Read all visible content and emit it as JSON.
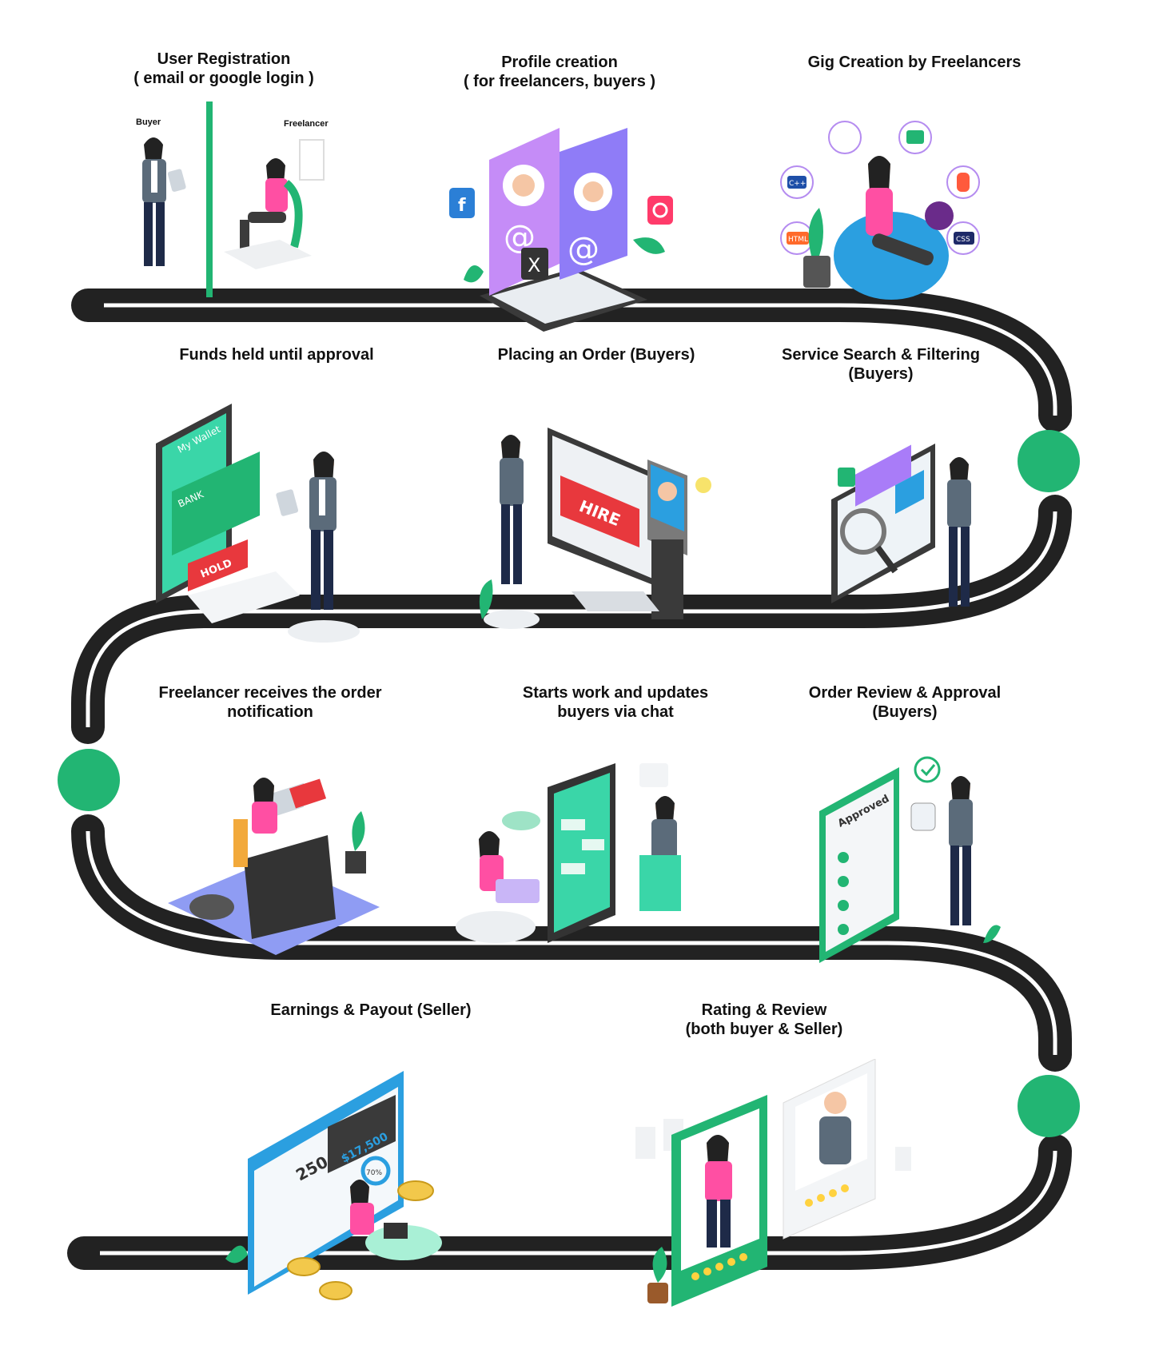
{
  "colors": {
    "road": "#222222",
    "road_line": "#ffffff",
    "accent_green": "#22b573",
    "pink": "#ff4fa3",
    "purple": "#a97cf8",
    "blue": "#2b9fe0",
    "red": "#e8383d",
    "teal": "#3ad6a8"
  },
  "steps": [
    {
      "id": "user-registration",
      "title": "User Registration",
      "subtitle": "( email or google login )"
    },
    {
      "id": "profile-creation",
      "title": "Profile creation",
      "subtitle": "( for freelancers, buyers )"
    },
    {
      "id": "gig-creation",
      "title": "Gig Creation by Freelancers",
      "subtitle": ""
    },
    {
      "id": "service-search",
      "title": "Service Search & Filtering",
      "subtitle": "(Buyers)"
    },
    {
      "id": "placing-order",
      "title": "Placing an Order (Buyers)",
      "subtitle": ""
    },
    {
      "id": "funds-held",
      "title": "Funds held until approval",
      "subtitle": ""
    },
    {
      "id": "freelancer-receives",
      "title": "Freelancer receives the order",
      "subtitle": "notification"
    },
    {
      "id": "starts-work",
      "title": "Starts work and updates",
      "subtitle": "buyers via chat"
    },
    {
      "id": "order-review",
      "title": "Order Review & Approval",
      "subtitle": "(Buyers)"
    },
    {
      "id": "rating-review",
      "title": "Rating & Review",
      "subtitle": "(both buyer & Seller)"
    },
    {
      "id": "earnings-payout",
      "title": "Earnings & Payout (Seller)",
      "subtitle": ""
    }
  ],
  "illustration_text": {
    "buyer_tag": "Buyer",
    "freelancer_tag": "Freelancer",
    "wallet_title": "My Wallet",
    "bank_label": "BANK",
    "hold_label": "HOLD",
    "hire_label": "HIRE",
    "approved_label": "Approved",
    "html_tag": "HTML",
    "css_tag": "CSS",
    "cpp_tag": "C++",
    "stat_count": "250",
    "stat_amount": "$17,500",
    "stat_percent": "70%"
  },
  "icons": [
    "facebook-icon",
    "instagram-icon",
    "x-icon",
    "figma-icon",
    "code-icon",
    "checkmark-icon",
    "lightbulb-icon",
    "envelope-icon",
    "chat-bubble-icon",
    "thumbs-up-icon",
    "star-icon",
    "coin-icon",
    "magnifier-icon"
  ]
}
